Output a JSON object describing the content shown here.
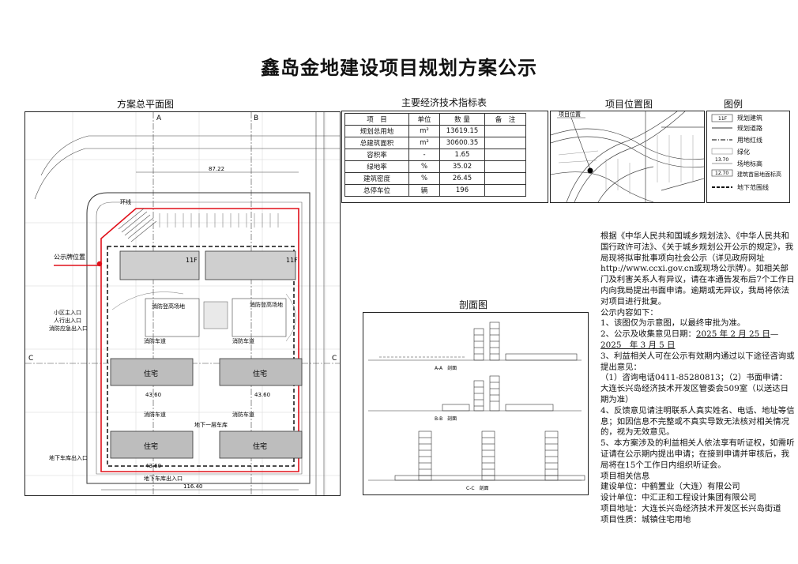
{
  "title": "鑫岛金地建设项目规划方案公示",
  "sections": {
    "site_plan": "方案总平面图",
    "indicators": "主要经济技术指标表",
    "location": "项目位置图",
    "legend": "图例",
    "sections": "剖面图"
  },
  "indicators_table": {
    "headers": [
      "项　目",
      "单位",
      "数 量",
      "备　注"
    ],
    "rows": [
      {
        "item": "规划总用地",
        "unit": "m²",
        "value": "13619.15",
        "note": ""
      },
      {
        "item": "总建筑面积",
        "unit": "m²",
        "value": "30600.35",
        "note": ""
      },
      {
        "item": "容积率",
        "unit": "-",
        "value": "1.65",
        "note": ""
      },
      {
        "item": "绿地率",
        "unit": "%",
        "value": "35.02",
        "note": ""
      },
      {
        "item": "建筑密度",
        "unit": "%",
        "value": "26.45",
        "note": ""
      },
      {
        "item": "总停车位",
        "unit": "辆",
        "value": "196",
        "note": ""
      }
    ]
  },
  "location_map": {
    "label": "项目位置"
  },
  "legend_items": [
    {
      "symbol": "11F",
      "label": "规划建筑"
    },
    {
      "symbol": "",
      "label": "规划道路"
    },
    {
      "symbol": "",
      "label": "用地红线"
    },
    {
      "symbol": "",
      "label": "绿化"
    },
    {
      "symbol": "13.70",
      "label": "场地标高"
    },
    {
      "symbol": "12.70",
      "label": "建筑首层地面标高"
    },
    {
      "symbol": "",
      "label": "地下范围线"
    }
  ],
  "site_plan_labels": {
    "notice_position": "公示牌位置",
    "ring_road": "环线",
    "entrance_main": "小区主入口",
    "entrance_ped": "人行出入口",
    "fire_entrance": "消防应急出入口",
    "garage_entrance": "地下车库出入口",
    "fire_court_1": "消防登高场地",
    "fire_court_2": "消防登高场地",
    "fire_lane_1": "消防车道",
    "fire_lane_2": "消防车道",
    "fire_lane_3": "消防车道",
    "fire_lane_4": "消防车道",
    "residence": "住宅",
    "floors_11": "11F",
    "underground_garage": "地下一层车库",
    "garage_exit": "地下车库出入口",
    "dim_1": "116.40",
    "dim_2": "87.22",
    "dim_3": "43.60",
    "dim_4": "43.60",
    "dim_5": "43.60",
    "axis_a": "A",
    "axis_b": "B",
    "axis_c": "C",
    "axis_c2": "C"
  },
  "section_labels": {
    "aa": "A-A　剖面",
    "bb": "B-B　剖面",
    "cc": "C-C　剖面"
  },
  "notice": {
    "intro": "根据《中华人民共和国城乡规划法》、《中华人民共和国行政许可法》、《关于城乡规划公开公示的规定》，我局现将拟审批事项向社会公示（详见政府网址http://www.ccxi.gov.cn或现场公示牌）。如相关部门及利害关系人有异议，请在本通告发布后7个工作日内向我局提出书面申请。逾期或无异议，我局将依法对项目进行批复。",
    "content_title": "公示内容如下：",
    "item1": "1、该图仅为示意图，以最终审批为准。",
    "item2_prefix": "2、公示及收集意见日期：",
    "item2_start": "2025 年 2 月 25 日",
    "item2_sep": "—",
    "item2_end": "2025　年 3 月 5 日",
    "item3": "3、利益相关人可在公示有效期内通过以下途径咨询或提出意见：",
    "item3_ways": "（1）咨询电话0411-85280813；（2）书面申请：大连长兴岛经济技术开发区管委会509室（以送达日期为准）",
    "item4": "4、反馈意见请注明联系人真实姓名、电话、地址等信息；如因信息不完整或不真实导致无法核对相关情况的，视为无效意见。",
    "item5": "5、本方案涉及的利益相关人依法享有听证权，如需听证请在公示期内提出申请；在接到申请并审核后，我局将在15个工作日内组织听证会。",
    "info_title": "项目相关信息",
    "builder": "建设单位：中鹤置业（大连）有限公司",
    "designer": "设计单位：中汇正和工程设计集团有限公司",
    "address": "项目地址：大连长兴岛经济技术开发区长兴岛街道",
    "nature": "项目性质：城镇住宅用地"
  },
  "colors": {
    "red_line": "#e0101a",
    "building_fill": "#bdbdbd",
    "stroke": "#333333"
  }
}
